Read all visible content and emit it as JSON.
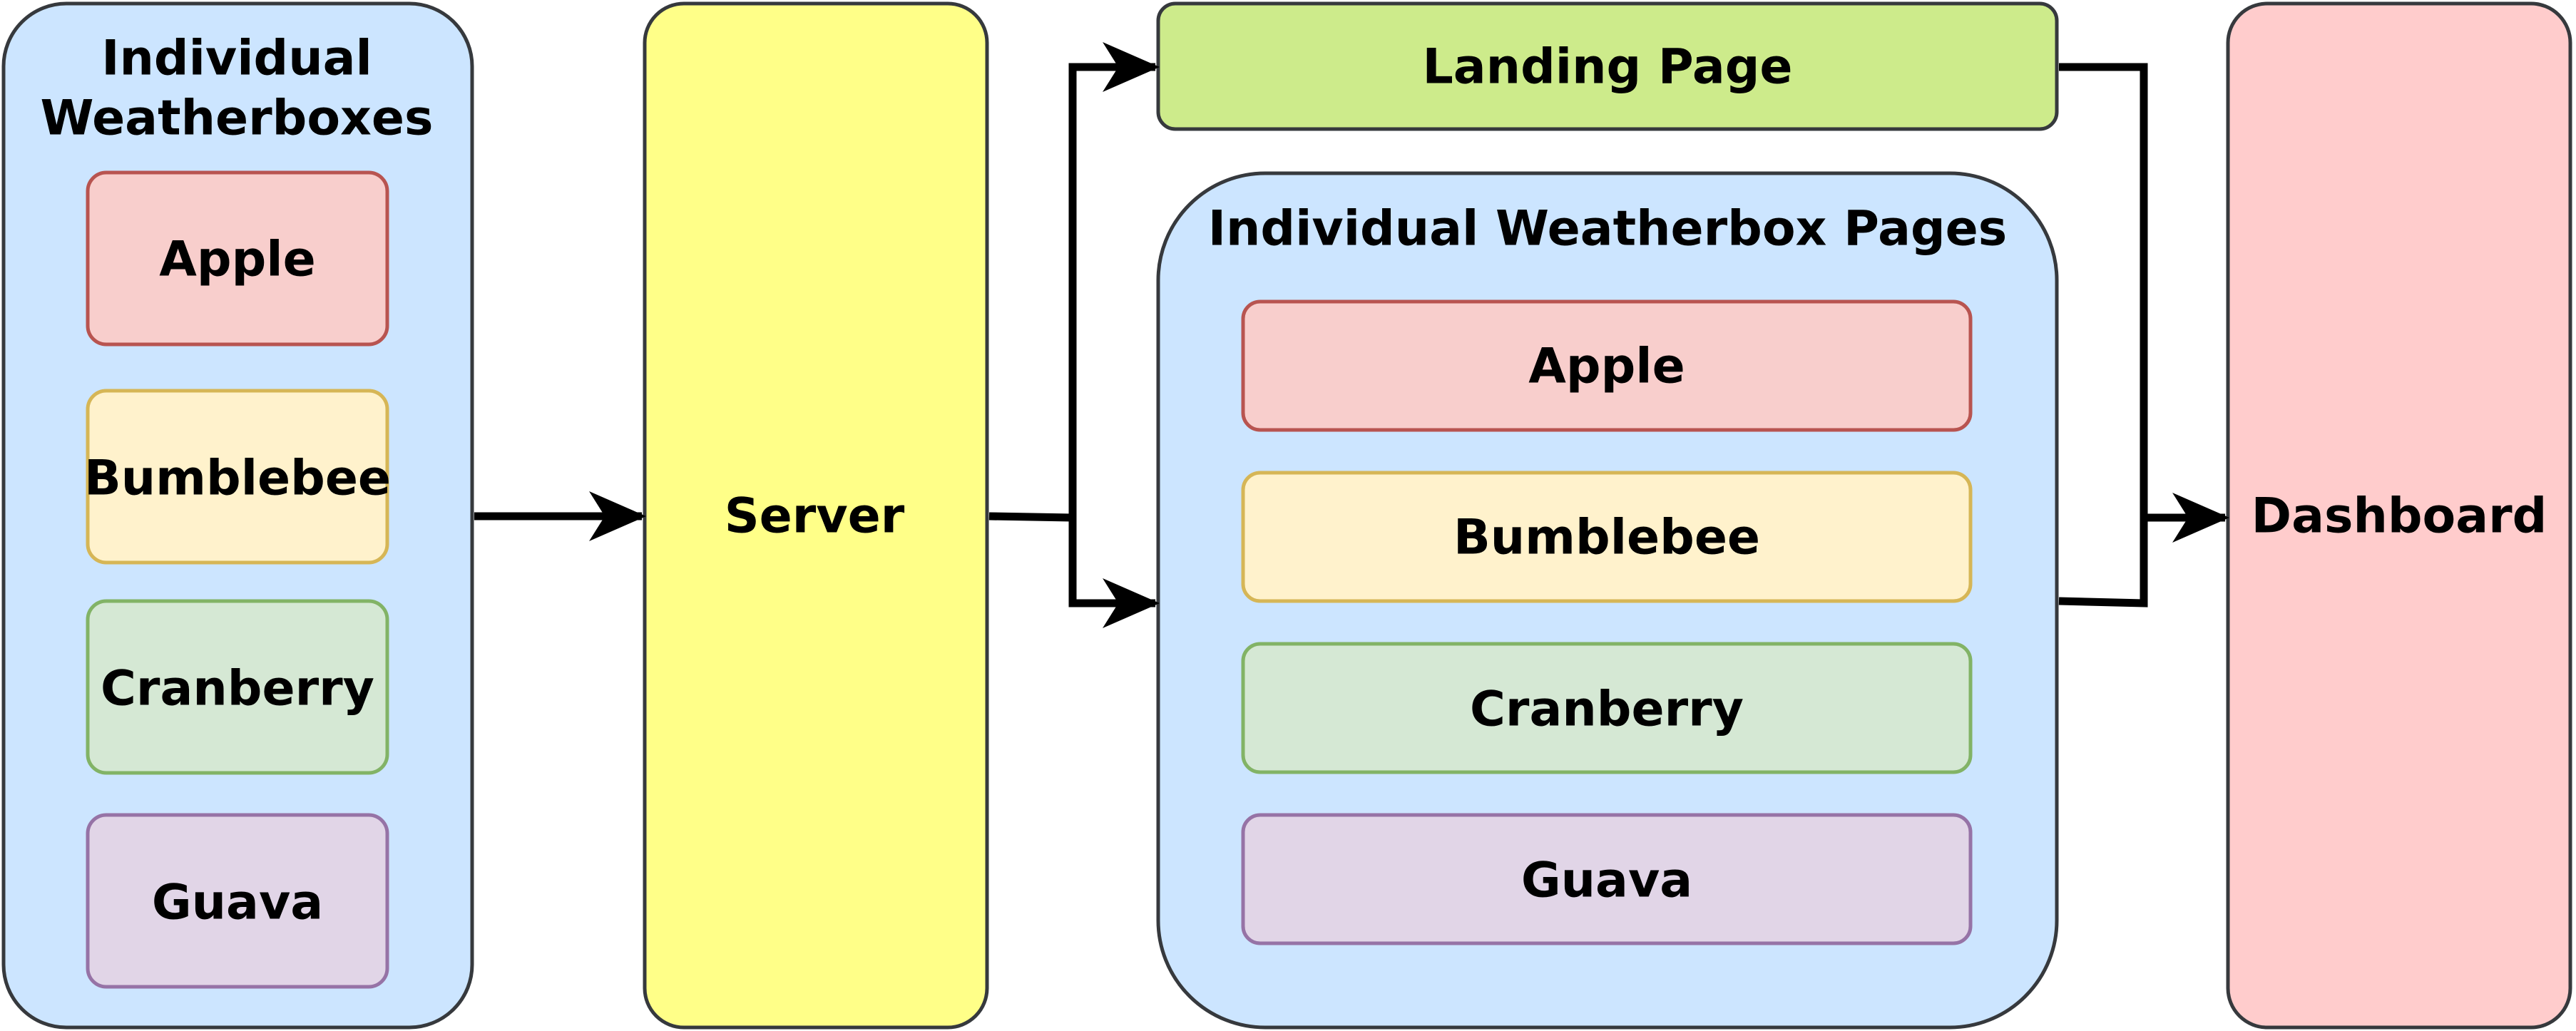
{
  "colors": {
    "container_fill": "#cce5ff",
    "container_stroke": "#36393d",
    "server_fill": "#ffff88",
    "landing_fill": "#cdeb8b",
    "dashboard_fill": "#ffcccc",
    "red_fill": "#f8cecc",
    "red_stroke": "#b85450",
    "yellow_fill": "#fff2cc",
    "yellow_stroke": "#d6b656",
    "green_fill": "#d5e8d4",
    "green_stroke": "#82b366",
    "purple_fill": "#e1d5e7",
    "purple_stroke": "#9673a6",
    "arrow": "#000000"
  },
  "left_group": {
    "title_line1": "Individual",
    "title_line2": "Weatherboxes",
    "items": [
      {
        "label": "Apple"
      },
      {
        "label": "Bumblebee"
      },
      {
        "label": "Cranberry"
      },
      {
        "label": "Guava"
      }
    ]
  },
  "server": {
    "label": "Server"
  },
  "landing_page": {
    "label": "Landing Page"
  },
  "pages_group": {
    "title": "Individual Weatherbox Pages",
    "items": [
      {
        "label": "Apple"
      },
      {
        "label": "Bumblebee"
      },
      {
        "label": "Cranberry"
      },
      {
        "label": "Guava"
      }
    ]
  },
  "dashboard": {
    "label": "Dashboard"
  }
}
